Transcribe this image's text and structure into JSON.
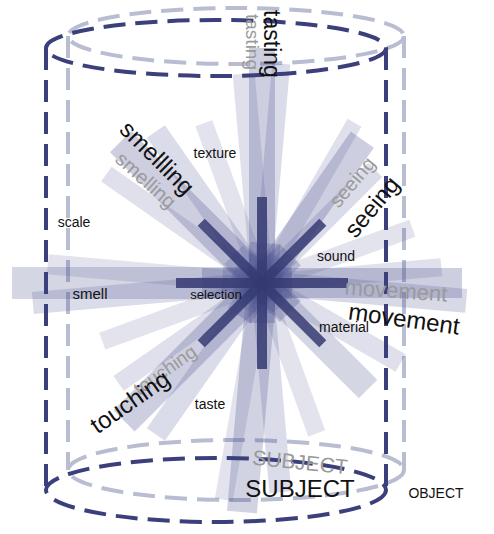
{
  "diagram": {
    "labels": [
      "tasting",
      "tasting",
      "smelling",
      "smellling",
      "texture",
      "seeing",
      "seeing",
      "scale",
      "sound",
      "smell",
      "selection",
      "movement",
      "movement",
      "material",
      "touching",
      "touching",
      "taste",
      "SUBJECT",
      "SUBJECT",
      "OBJECT"
    ]
  }
}
